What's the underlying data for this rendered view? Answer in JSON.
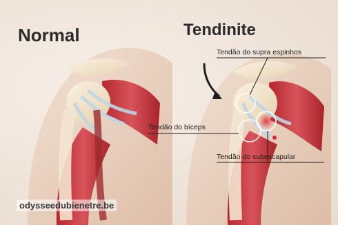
{
  "titles": {
    "left": "Normal",
    "right": "Tendinite"
  },
  "labels": {
    "supra": "Tendão do supra espinhos",
    "biceps": "Tendão do bíceps",
    "subescapular": "Tendão do subescapular"
  },
  "watermark": "odysseedubienetre.be",
  "colors": {
    "skin": "#e9cdb8",
    "muscle": "#c23a3e",
    "bone": "#f3e5cf",
    "tendon": "#bcd6e3",
    "inflammation": "#d9263a"
  }
}
